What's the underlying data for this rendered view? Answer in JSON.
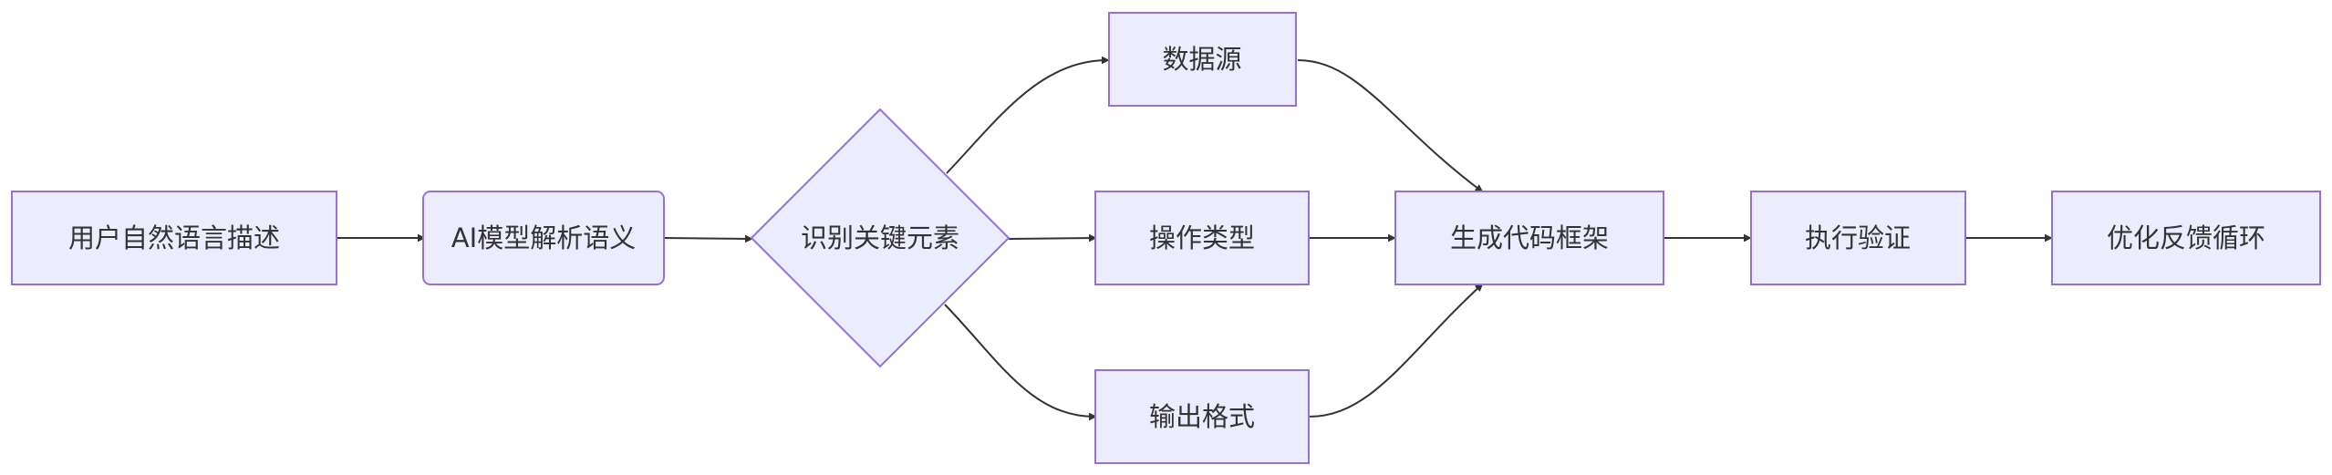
{
  "diagram": {
    "type": "flowchart",
    "direction": "left-to-right",
    "colors": {
      "node_fill": "#ECECFF",
      "node_stroke": "#9370DB",
      "edge": "#333333",
      "text": "#333333",
      "background": "#FFFFFF"
    },
    "nodes": {
      "user_input": {
        "label": "用户自然语言描述",
        "shape": "rect"
      },
      "ai_parse": {
        "label": "AI模型解析语义",
        "shape": "rounded-rect"
      },
      "identify": {
        "label": "识别关键元素",
        "shape": "diamond"
      },
      "data_source": {
        "label": "数据源",
        "shape": "rect"
      },
      "op_type": {
        "label": "操作类型",
        "shape": "rect"
      },
      "output_format": {
        "label": "输出格式",
        "shape": "rect"
      },
      "gen_code": {
        "label": "生成代码框架",
        "shape": "rect"
      },
      "execute": {
        "label": "执行验证",
        "shape": "rect"
      },
      "optimize": {
        "label": "优化反馈循环",
        "shape": "rect"
      }
    },
    "edges": [
      {
        "from": "user_input",
        "to": "ai_parse"
      },
      {
        "from": "ai_parse",
        "to": "identify"
      },
      {
        "from": "identify",
        "to": "data_source"
      },
      {
        "from": "identify",
        "to": "op_type"
      },
      {
        "from": "identify",
        "to": "output_format"
      },
      {
        "from": "data_source",
        "to": "gen_code"
      },
      {
        "from": "op_type",
        "to": "gen_code"
      },
      {
        "from": "output_format",
        "to": "gen_code"
      },
      {
        "from": "gen_code",
        "to": "execute"
      },
      {
        "from": "execute",
        "to": "optimize"
      }
    ]
  }
}
